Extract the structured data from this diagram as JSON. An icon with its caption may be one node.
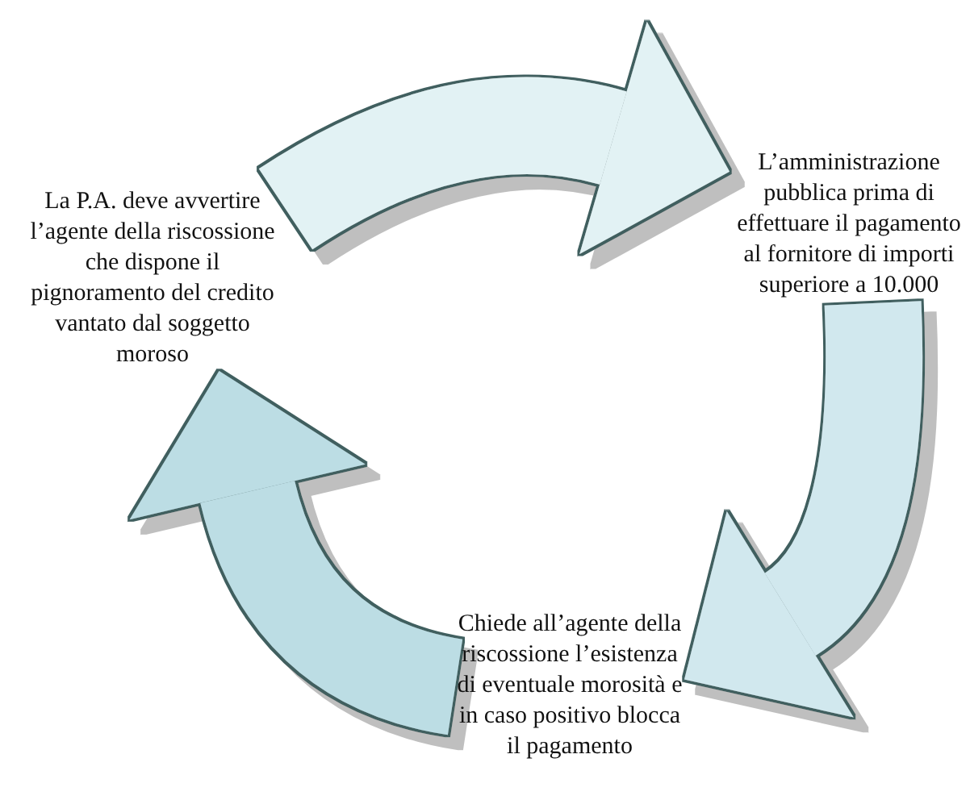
{
  "diagram": {
    "nodes": [
      {
        "text": [
          "La P.A. deve avvertire l’agente della riscossione che dispone il pignoramento del credito vantato dal soggetto moroso"
        ]
      },
      {
        "text": [
          "L’amministrazione pubblica prima di effettuare il pagamento al fornitore di importi superiore a 10.000"
        ]
      },
      {
        "text": [
          "Chiede all’agente della riscossione l’esistenza di eventuale morosità e in caso positivo blocca il pagamento"
        ]
      }
    ],
    "edges": [
      {
        "from": 0,
        "to": 1,
        "arrow": "to"
      },
      {
        "from": 1,
        "to": 2,
        "arrow": "to"
      },
      {
        "from": 2,
        "to": 0,
        "arrow": "to"
      }
    ]
  }
}
